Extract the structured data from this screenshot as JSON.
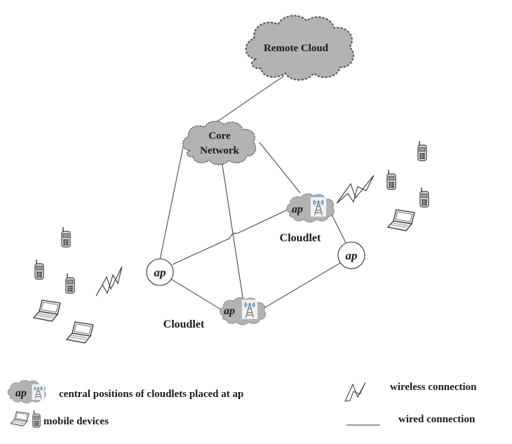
{
  "nodes": {
    "remote_cloud": "Remote Cloud",
    "core_network_line1": "Core",
    "core_network_line2": "Network",
    "cloudlet_top": "Cloudlet",
    "cloudlet_bottom": "Cloudlet",
    "ap_left": "ap",
    "ap_right": "ap",
    "ap_cloudlet_top": "ap",
    "ap_cloudlet_bottom": "ap"
  },
  "legend": {
    "ap_badge": "ap",
    "cloudlet_positions": "central positions of cloudlets placed at ap",
    "mobile_devices": "mobile devices",
    "wireless": "wireless connection",
    "wired": "wired connection"
  },
  "colors": {
    "cloud_fill": "#b3b3b3",
    "cloud_stroke": "#555555",
    "line": "#3a3a3a",
    "antenna": "#7fb6dc"
  },
  "icons": [
    "cloud-shape",
    "antenna-tower-icon",
    "mobile-phone-icon",
    "laptop-icon",
    "wireless-zigzag-icon"
  ]
}
